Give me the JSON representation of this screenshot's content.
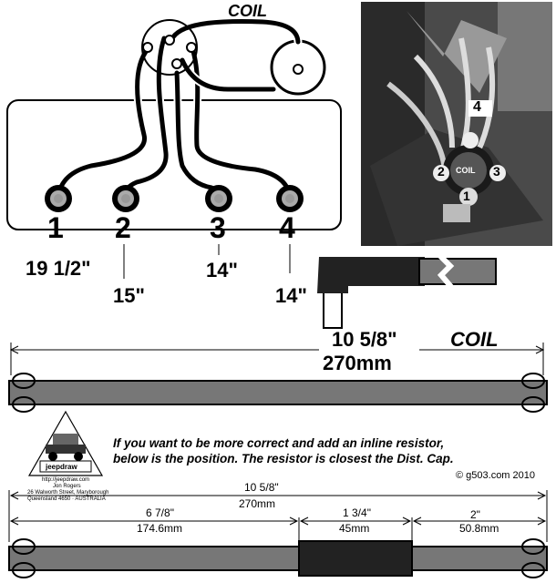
{
  "top_diagram": {
    "coil_label": "COIL",
    "posts": [
      {
        "number": "1",
        "length": "19 1/2\""
      },
      {
        "number": "2",
        "length": "15\""
      },
      {
        "number": "3",
        "length": "14\""
      },
      {
        "number": "4",
        "length": "14\""
      }
    ],
    "photo_labels": [
      "1",
      "2",
      "3",
      "4",
      "COIL"
    ]
  },
  "coil_wire": {
    "coil_label": "COIL",
    "length_in": "10 5/8\"",
    "length_mm": "270mm"
  },
  "badge": {
    "name": "jeepdraw",
    "url": "http://jeepdraw.com",
    "credit": "Jon Rogers",
    "address_1": "26 Walworth Street, Maryborough",
    "address_2": "Queensland 4650 · AUSTRALIA"
  },
  "resistor_note": {
    "line1": "If you want to be more correct and add an inline resistor,",
    "line2": "below is the position. The resistor is closest the Dist. Cap."
  },
  "copyright": "© g503.com 2010",
  "resistor_wire": {
    "total_in": "10 5/8\"",
    "total_mm": "270mm",
    "segments": [
      {
        "in": "6 7/8\"",
        "mm": "174.6mm"
      },
      {
        "in": "1 3/4\"",
        "mm": "45mm"
      },
      {
        "in": "2\"",
        "mm": "50.8mm"
      }
    ]
  }
}
